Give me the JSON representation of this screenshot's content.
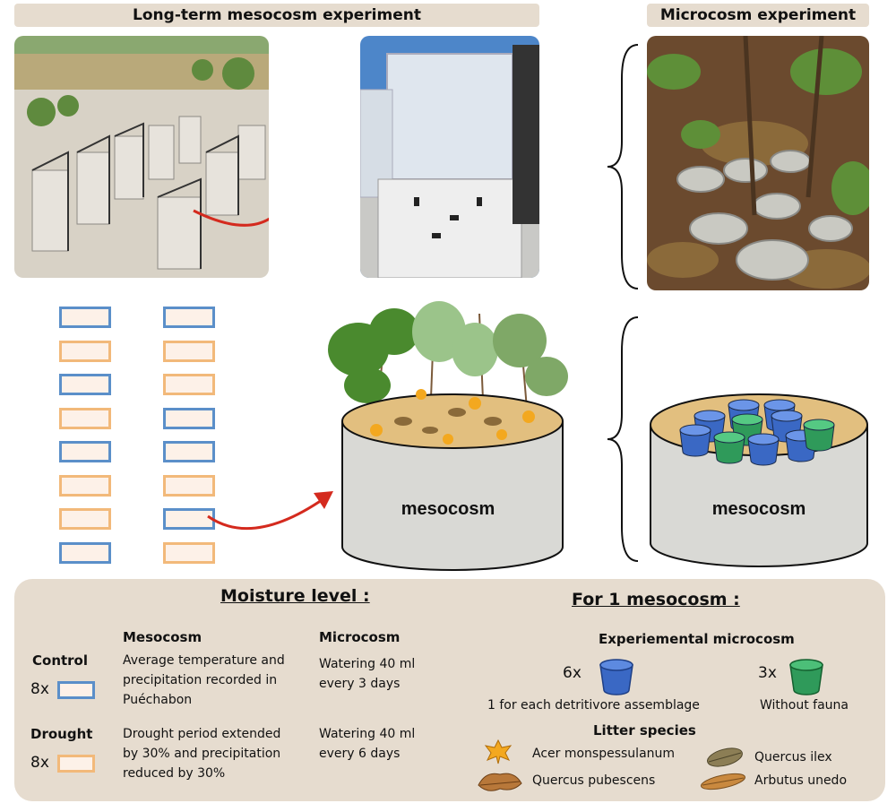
{
  "headers": {
    "long_term": "Long-term mesocosm experiment",
    "microcosm": "Microcosm experiment"
  },
  "mesocosm_label_left": "mesocosm",
  "mesocosm_label_right": "mesocosm",
  "grid": {
    "col1": [
      "blue",
      "orange",
      "blue",
      "orange",
      "blue",
      "orange",
      "orange",
      "blue"
    ],
    "col2": [
      "blue",
      "orange",
      "orange",
      "blue",
      "blue",
      "orange",
      "blue",
      "orange"
    ]
  },
  "colors": {
    "control": "#5b8fc9",
    "drought": "#f2b97a",
    "panel": "#e6dccf",
    "arrow": "#d42a1e",
    "cup_blue": "#3a68c4",
    "cup_green": "#2f9a5a"
  },
  "moisture": {
    "title": "Moisture level :",
    "col_mesocosm": "Mesocosm",
    "col_microcosm": "Microcosm",
    "control_label": "Control",
    "control_count": "8x",
    "control_meso_lines": [
      "Average temperature and",
      "precipitation recorded in",
      "Puéchabon"
    ],
    "control_micro_lines": [
      "Watering 40 ml",
      "every 3 days"
    ],
    "drought_label": "Drought",
    "drought_count": "8x",
    "drought_meso_lines": [
      "Drought period extended",
      "by 30% and precipitation",
      "reduced by 30%"
    ],
    "drought_micro_lines": [
      "Watering 40 ml",
      "every 6 days"
    ]
  },
  "one_meso": {
    "title": "For 1 mesocosm :",
    "subtitle": "Experiemental microcosm",
    "blue_count": "6x",
    "blue_desc": "1 for each detritivore assemblage",
    "green_count": "3x",
    "green_desc": "Without fauna",
    "litter_title": "Litter species",
    "litter": [
      "Acer monspessulanum",
      "Quercus pubescens",
      "Quercus ilex",
      "Arbutus unedo"
    ]
  }
}
